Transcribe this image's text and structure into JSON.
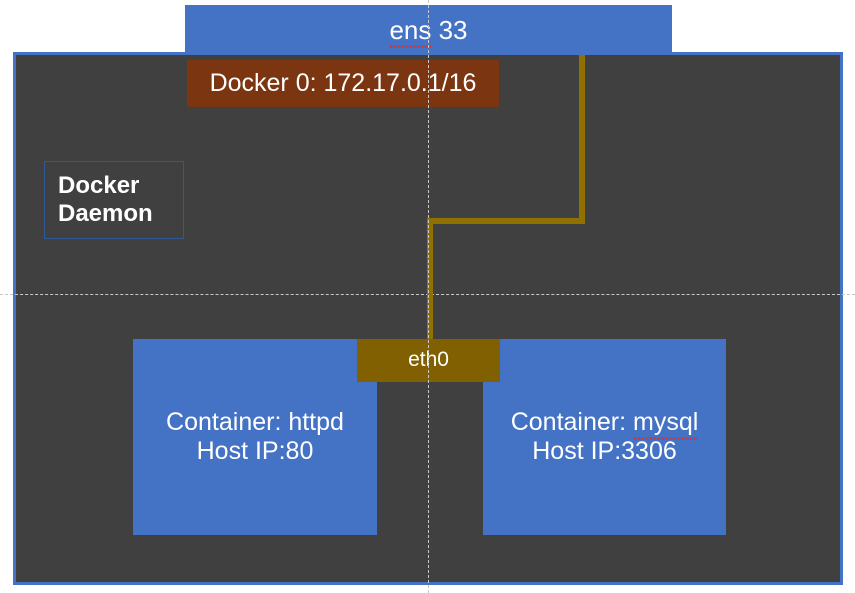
{
  "diagram": {
    "title": "Docker default bridge networking diagram",
    "colors": {
      "background": "#ffffff",
      "host_panel": "#404040",
      "host_panel_border": "#4472C4",
      "node_blue": "#4472C4",
      "bridge_brown": "#7B3510",
      "interface_olive": "#806000",
      "connector_olive": "#8F7000",
      "guide_line": "#c8c8c8",
      "daemon_border": "#2E5A96",
      "text": "#ffffff",
      "spellcheck": "#e03030"
    },
    "nodes": {
      "ens33": {
        "label": "ens 33",
        "misspelled_part": "ens",
        "rest_part": " 33"
      },
      "docker0": {
        "label": "Docker 0: 172.17.0.1/16"
      },
      "daemon": {
        "line1": "Docker",
        "line2": "Daemon"
      },
      "eth0": {
        "label": "eth0"
      },
      "container_httpd": {
        "line1": "Container: httpd",
        "line2": "Host IP:80"
      },
      "container_mysql": {
        "line1_prefix": "Container: ",
        "line1_misspelled": "mysql",
        "line2": "Host IP:3306"
      }
    }
  }
}
